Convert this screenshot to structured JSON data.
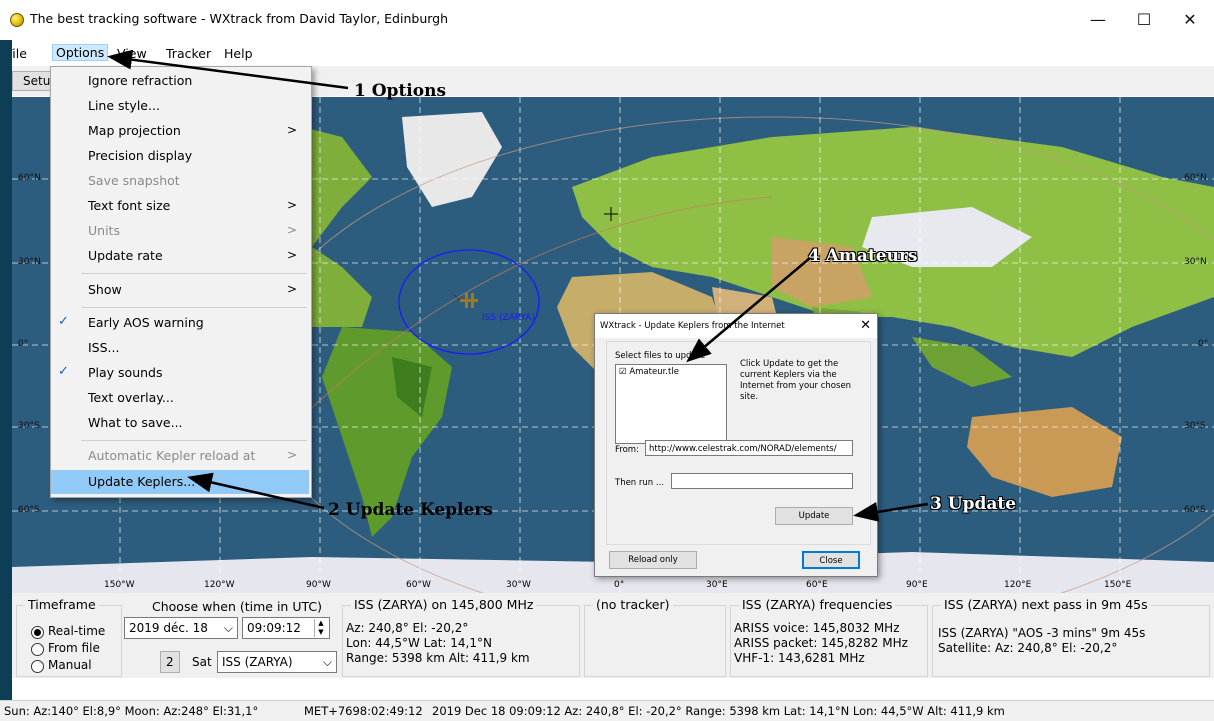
{
  "window": {
    "title": "The best tracking software - WXtrack from David Taylor, Edinburgh",
    "minimize": "—",
    "maximize": "☐",
    "close": "✕"
  },
  "menu": {
    "file": "File",
    "options": "Options",
    "view": "View",
    "tracker": "Tracker",
    "help": "Help"
  },
  "toolbar": {
    "setup": "Setu"
  },
  "options_menu": {
    "items": [
      {
        "label": "Ignore refraction"
      },
      {
        "label": "Line style..."
      },
      {
        "label": "Map projection",
        "arrow": ">"
      },
      {
        "label": "Precision display"
      },
      {
        "label": "Save snapshot"
      },
      {
        "label": "Text font size",
        "arrow": ">"
      },
      {
        "label": "Units",
        "arrow": ">"
      },
      {
        "label": "Update rate",
        "arrow": ">"
      },
      {
        "label": "Show",
        "arrow": ">"
      },
      {
        "label": "Early AOS warning",
        "check": "✓"
      },
      {
        "label": "ISS..."
      },
      {
        "label": "Play sounds",
        "check": "✓"
      },
      {
        "label": "Text overlay..."
      },
      {
        "label": "What to save..."
      },
      {
        "label": "Automatic Kepler reload at",
        "arrow": ">"
      },
      {
        "label": "Update Keplers..."
      }
    ]
  },
  "annotations": {
    "a1": "1 Options",
    "a2": "2 Update Keplers",
    "a3": "3 Update",
    "a4": "4 Amateurs"
  },
  "map": {
    "lat_labels": [
      "60°N",
      "30°N",
      "0°",
      "30°S",
      "60°S"
    ],
    "lon_labels": [
      "150°W",
      "120°W",
      "90°W",
      "60°W",
      "30°W",
      "0°",
      "30°E",
      "60°E",
      "90°E",
      "120°E",
      "150°E"
    ],
    "sat_label": "ISS (ZARYA)"
  },
  "dialog": {
    "title": "WXtrack - Update Keplers from the Internet",
    "close": "✕",
    "select_label": "Select files to update",
    "file_item": "Amateur.tle",
    "file_check": "☑",
    "hint": [
      "Click Update to get the",
      "current Keplers via the",
      "Internet from your chosen",
      "site."
    ],
    "from_label": "From:",
    "from_value": "http://www.celestrak.com/NORAD/elements/",
    "then_label": "Then run ...",
    "then_value": "",
    "update_btn": "Update",
    "reload_btn": "Reload only",
    "close_btn": "Close"
  },
  "timeframe": {
    "title": "Timeframe",
    "options": [
      "Real-time",
      "From file",
      "Manual"
    ]
  },
  "choose": {
    "title": "Choose when (time in UTC)",
    "date": "2019 déc. 18",
    "time": "09:09:12",
    "num": "2",
    "sat_label": "Sat",
    "sat_value": "ISS (ZARYA)"
  },
  "iss_panel": {
    "title": "ISS (ZARYA) on 145,800 MHz",
    "lines": [
      "Az: 240,8°  El: -20,2°",
      "Lon: 44,5°W  Lat: 14,1°N",
      "Range: 5398 km  Alt: 411,9 km"
    ]
  },
  "tracker_panel": {
    "title": "(no tracker)"
  },
  "freq_panel": {
    "title": "ISS (ZARYA) frequencies",
    "lines": [
      "ARISS voice:  145,8032 MHz",
      "ARISS packet:  145,8282 MHz",
      "VHF-1:  143,6281 MHz"
    ]
  },
  "pass_panel": {
    "title": "ISS (ZARYA) next pass in 9m 45s",
    "lines": [
      "ISS (ZARYA)  \"AOS -3 mins\"  9m 45s",
      "Satellite:  Az: 240,8°  El: -20,2°"
    ]
  },
  "status": {
    "sun": "Sun: Az:140° El:8,9°  Moon: Az:248° El:31,1°",
    "met": "MET+7698:02:49:12",
    "info": "2019 Dec 18  09:09:12  Az: 240,8°  El: -20,2°  Range: 5398 km  Lat: 14,1°N  Lon: 44,5°W  Alt: 411,9 km"
  },
  "colors": {
    "ocean": "#2d5d7e",
    "footprint": "#1a1aff",
    "highlight": "#91c9f7"
  }
}
